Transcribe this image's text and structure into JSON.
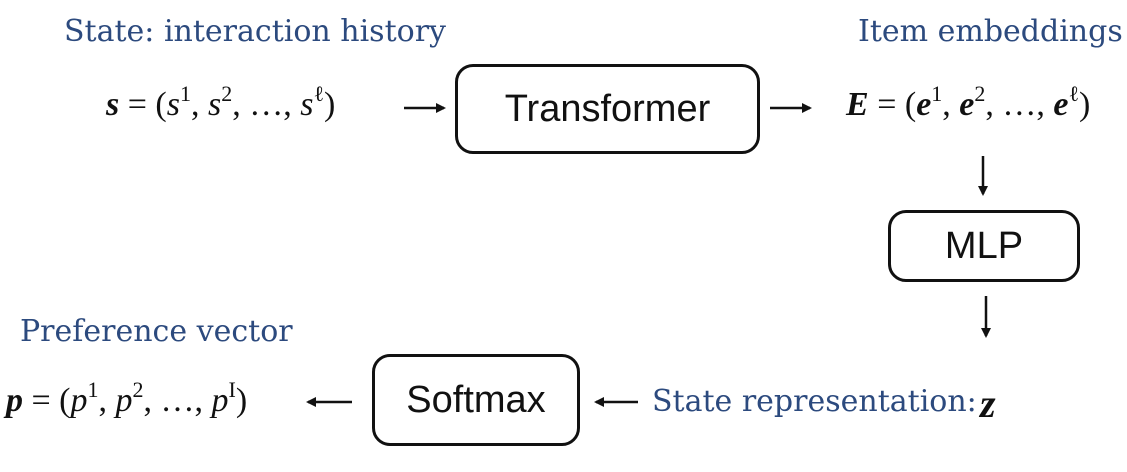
{
  "labels": {
    "state": "State: interaction history",
    "item_embeddings": "Item embeddings",
    "preference_vector": "Preference vector",
    "state_representation": "State representation:"
  },
  "boxes": {
    "transformer": "Transformer",
    "mlp": "MLP",
    "softmax": "Softmax"
  },
  "math": {
    "s_sym": "s",
    "s_base": "s",
    "e_sym": "E",
    "e_base": "e",
    "p_sym": "p",
    "p_base": "p",
    "z_sym": "z",
    "eq_open": " = (",
    "sep": ", ",
    "ellipsis": "…, ",
    "close": ")",
    "sup_1": "1",
    "sup_2": "2",
    "sup_l": "ℓ",
    "sup_I": "I"
  },
  "colors": {
    "label_text": "#2c4a7e",
    "stroke": "#111111"
  }
}
